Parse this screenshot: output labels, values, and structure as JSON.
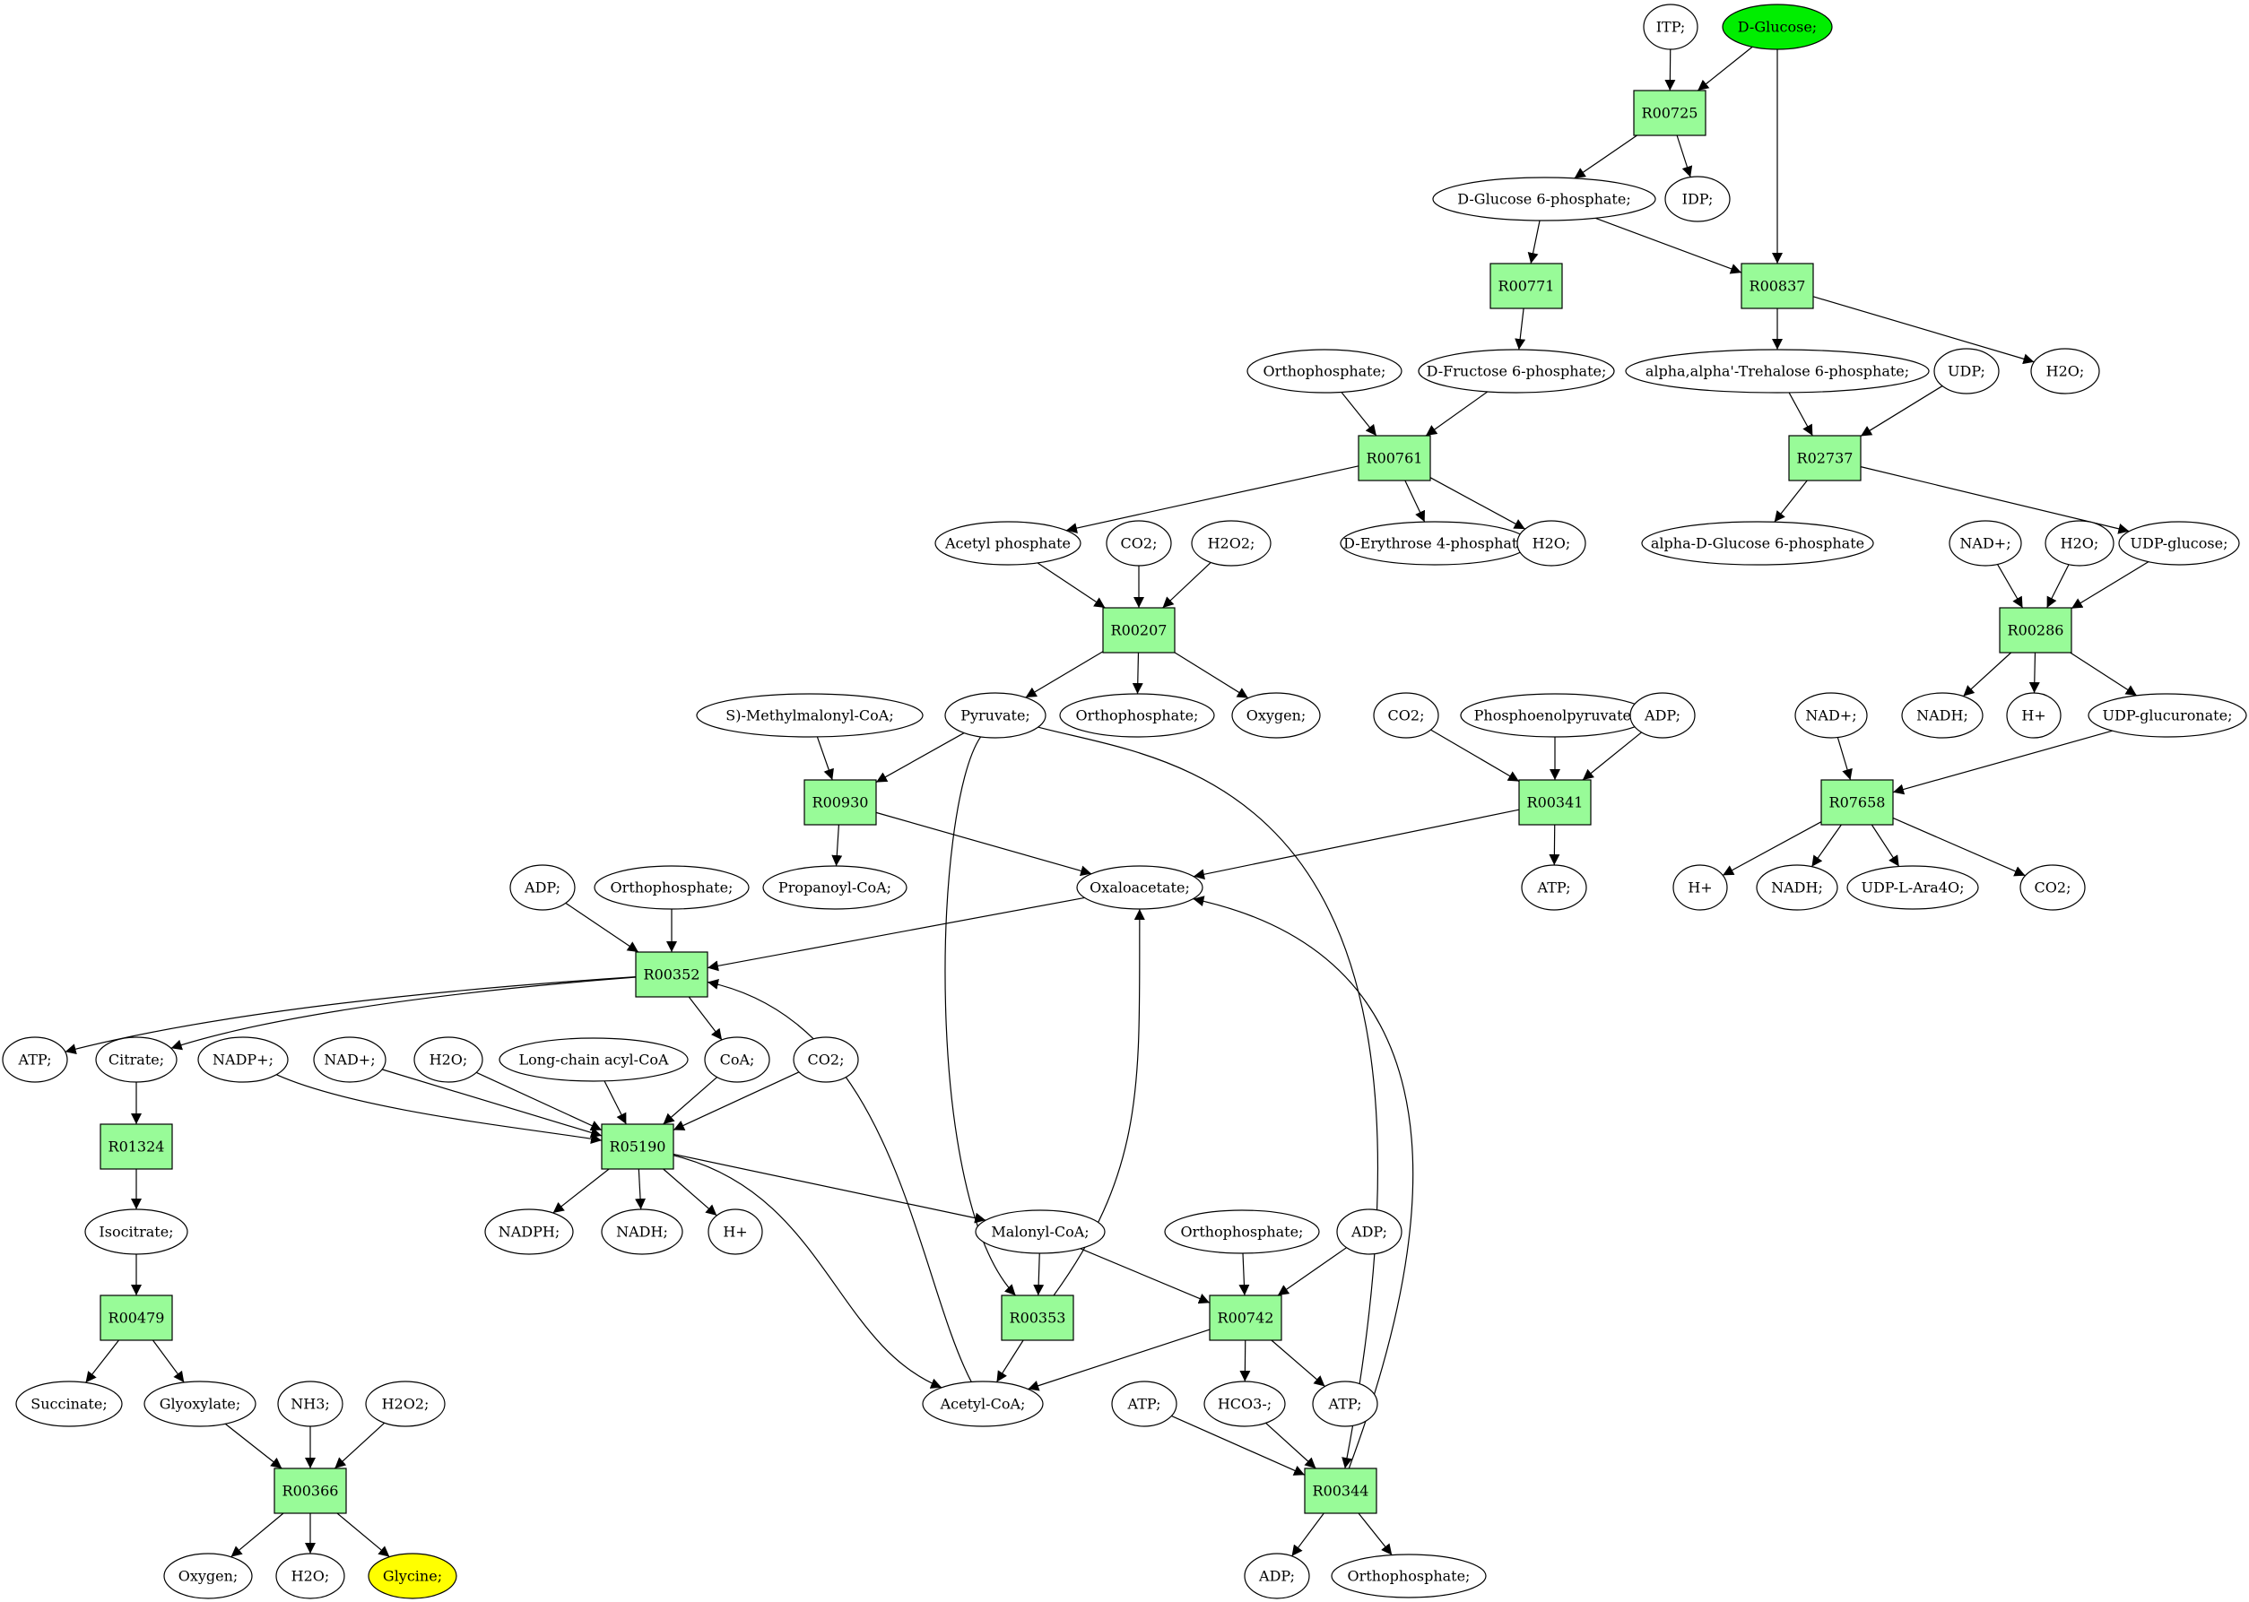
{
  "colors": {
    "reaction_fill": "#98fb98",
    "start_fill": "#00ee00",
    "target_fill": "#ffff00",
    "compound_fill": "#ffffff",
    "stroke": "#000000"
  },
  "nodes": [
    {
      "id": "itp",
      "label": "ITP;",
      "kind": "compound"
    },
    {
      "id": "dglucose",
      "label": "D-Glucose;",
      "kind": "start"
    },
    {
      "id": "r00725",
      "label": "R00725",
      "kind": "reaction"
    },
    {
      "id": "g6p",
      "label": "D-Glucose 6-phosphate;",
      "kind": "compound"
    },
    {
      "id": "idp",
      "label": "IDP;",
      "kind": "compound"
    },
    {
      "id": "r00771",
      "label": "R00771",
      "kind": "reaction"
    },
    {
      "id": "r00837",
      "label": "R00837",
      "kind": "reaction"
    },
    {
      "id": "pi_top",
      "label": "Orthophosphate;",
      "kind": "compound"
    },
    {
      "id": "f6p",
      "label": "D-Fructose 6-phosphate;",
      "kind": "compound"
    },
    {
      "id": "trehalose6p",
      "label": "alpha,alpha'-Trehalose 6-phosphate;",
      "kind": "compound"
    },
    {
      "id": "udp",
      "label": "UDP;",
      "kind": "compound"
    },
    {
      "id": "h2o_837",
      "label": "H2O;",
      "kind": "compound"
    },
    {
      "id": "r00761",
      "label": "R00761",
      "kind": "reaction"
    },
    {
      "id": "r02737",
      "label": "R02737",
      "kind": "reaction"
    },
    {
      "id": "acetylp",
      "label": "Acetyl phosphate",
      "kind": "compound"
    },
    {
      "id": "co2_207",
      "label": "CO2;",
      "kind": "compound"
    },
    {
      "id": "h2o2_207",
      "label": "H2O2;",
      "kind": "compound"
    },
    {
      "id": "e4p",
      "label": "D-Erythrose 4-phosphate",
      "kind": "compound"
    },
    {
      "id": "h2o_761",
      "label": "H2O;",
      "kind": "compound"
    },
    {
      "id": "ag6p",
      "label": "alpha-D-Glucose 6-phosphate",
      "kind": "compound"
    },
    {
      "id": "nadp_286",
      "label": "NAD+;",
      "kind": "compound"
    },
    {
      "id": "h2o_286",
      "label": "H2O;",
      "kind": "compound"
    },
    {
      "id": "udpglc",
      "label": "UDP-glucose;",
      "kind": "compound"
    },
    {
      "id": "r00207",
      "label": "R00207",
      "kind": "reaction"
    },
    {
      "id": "r00286",
      "label": "R00286",
      "kind": "reaction"
    },
    {
      "id": "smmcoa",
      "label": "S)-Methylmalonyl-CoA;",
      "kind": "compound"
    },
    {
      "id": "pyruvate",
      "label": "Pyruvate;",
      "kind": "compound"
    },
    {
      "id": "pi_207",
      "label": "Orthophosphate;",
      "kind": "compound"
    },
    {
      "id": "oxygen_207",
      "label": "Oxygen;",
      "kind": "compound"
    },
    {
      "id": "co2_341",
      "label": "CO2;",
      "kind": "compound"
    },
    {
      "id": "pep",
      "label": "Phosphoenolpyruvate;",
      "kind": "compound"
    },
    {
      "id": "adp_341",
      "label": "ADP;",
      "kind": "compound"
    },
    {
      "id": "nad_7658",
      "label": "NAD+;",
      "kind": "compound"
    },
    {
      "id": "nadh_286",
      "label": "NADH;",
      "kind": "compound"
    },
    {
      "id": "hplus_286",
      "label": "H+",
      "kind": "compound"
    },
    {
      "id": "udpgluc",
      "label": "UDP-glucuronate;",
      "kind": "compound"
    },
    {
      "id": "r00930",
      "label": "R00930",
      "kind": "reaction"
    },
    {
      "id": "r00341",
      "label": "R00341",
      "kind": "reaction"
    },
    {
      "id": "r07658",
      "label": "R07658",
      "kind": "reaction"
    },
    {
      "id": "adp_352",
      "label": "ADP;",
      "kind": "compound"
    },
    {
      "id": "pi_352",
      "label": "Orthophosphate;",
      "kind": "compound"
    },
    {
      "id": "propcoa",
      "label": "Propanoyl-CoA;",
      "kind": "compound"
    },
    {
      "id": "oaa",
      "label": "Oxaloacetate;",
      "kind": "compound"
    },
    {
      "id": "atp_341",
      "label": "ATP;",
      "kind": "compound"
    },
    {
      "id": "hplus_7658",
      "label": "H+",
      "kind": "compound"
    },
    {
      "id": "nadh_7658",
      "label": "NADH;",
      "kind": "compound"
    },
    {
      "id": "udpara",
      "label": "UDP-L-Ara4O;",
      "kind": "compound"
    },
    {
      "id": "co2_7658",
      "label": "CO2;",
      "kind": "compound"
    },
    {
      "id": "r00352",
      "label": "R00352",
      "kind": "reaction"
    },
    {
      "id": "atp_352",
      "label": "ATP;",
      "kind": "compound"
    },
    {
      "id": "citrate",
      "label": "Citrate;",
      "kind": "compound"
    },
    {
      "id": "nadpplus",
      "label": "NADP+;",
      "kind": "compound"
    },
    {
      "id": "nad_5190",
      "label": "NAD+;",
      "kind": "compound"
    },
    {
      "id": "h2o_5190",
      "label": "H2O;",
      "kind": "compound"
    },
    {
      "id": "lcacoa",
      "label": "Long-chain acyl-CoA",
      "kind": "compound"
    },
    {
      "id": "coa",
      "label": "CoA;",
      "kind": "compound"
    },
    {
      "id": "co2_5190",
      "label": "CO2;",
      "kind": "compound"
    },
    {
      "id": "r01324",
      "label": "R01324",
      "kind": "reaction"
    },
    {
      "id": "r05190",
      "label": "R05190",
      "kind": "reaction"
    },
    {
      "id": "isocitrate",
      "label": "Isocitrate;",
      "kind": "compound"
    },
    {
      "id": "nadph",
      "label": "NADPH;",
      "kind": "compound"
    },
    {
      "id": "nadh_5190",
      "label": "NADH;",
      "kind": "compound"
    },
    {
      "id": "hplus_5190",
      "label": "H+",
      "kind": "compound"
    },
    {
      "id": "malcoa",
      "label": "Malonyl-CoA;",
      "kind": "compound"
    },
    {
      "id": "pi_742",
      "label": "Orthophosphate;",
      "kind": "compound"
    },
    {
      "id": "adp_742",
      "label": "ADP;",
      "kind": "compound"
    },
    {
      "id": "r00479",
      "label": "R00479",
      "kind": "reaction"
    },
    {
      "id": "r00353",
      "label": "R00353",
      "kind": "reaction"
    },
    {
      "id": "r00742",
      "label": "R00742",
      "kind": "reaction"
    },
    {
      "id": "succinate",
      "label": "Succinate;",
      "kind": "compound"
    },
    {
      "id": "glyoxylate",
      "label": "Glyoxylate;",
      "kind": "compound"
    },
    {
      "id": "nh3",
      "label": "NH3;",
      "kind": "compound"
    },
    {
      "id": "h2o2_366",
      "label": "H2O2;",
      "kind": "compound"
    },
    {
      "id": "acetylcoa",
      "label": "Acetyl-CoA;",
      "kind": "compound"
    },
    {
      "id": "atp_344",
      "label": "ATP;",
      "kind": "compound"
    },
    {
      "id": "hco3",
      "label": "HCO3-;",
      "kind": "compound"
    },
    {
      "id": "atp_742",
      "label": "ATP;",
      "kind": "compound"
    },
    {
      "id": "r00366",
      "label": "R00366",
      "kind": "reaction"
    },
    {
      "id": "r00344",
      "label": "R00344",
      "kind": "reaction"
    },
    {
      "id": "oxygen_366",
      "label": "Oxygen;",
      "kind": "compound"
    },
    {
      "id": "h2o_366",
      "label": "H2O;",
      "kind": "compound"
    },
    {
      "id": "glycine",
      "label": "Glycine;",
      "kind": "target"
    },
    {
      "id": "adp_344",
      "label": "ADP;",
      "kind": "compound"
    },
    {
      "id": "pi_344",
      "label": "Orthophosphate;",
      "kind": "compound"
    }
  ],
  "edges": [
    [
      "itp",
      "r00725"
    ],
    [
      "dglucose",
      "r00725"
    ],
    [
      "dglucose",
      "r00837"
    ],
    [
      "r00725",
      "g6p"
    ],
    [
      "r00725",
      "idp"
    ],
    [
      "g6p",
      "r00771"
    ],
    [
      "g6p",
      "r00837"
    ],
    [
      "r00771",
      "f6p"
    ],
    [
      "r00837",
      "trehalose6p"
    ],
    [
      "r00837",
      "h2o_837"
    ],
    [
      "pi_top",
      "r00761"
    ],
    [
      "f6p",
      "r00761"
    ],
    [
      "trehalose6p",
      "r02737"
    ],
    [
      "udp",
      "r02737"
    ],
    [
      "r00761",
      "acetylp"
    ],
    [
      "r00761",
      "e4p"
    ],
    [
      "r00761",
      "h2o_761"
    ],
    [
      "r02737",
      "ag6p"
    ],
    [
      "r02737",
      "udpglc"
    ],
    [
      "acetylp",
      "r00207"
    ],
    [
      "co2_207",
      "r00207"
    ],
    [
      "h2o2_207",
      "r00207"
    ],
    [
      "nadp_286",
      "r00286"
    ],
    [
      "h2o_286",
      "r00286"
    ],
    [
      "udpglc",
      "r00286"
    ],
    [
      "r00207",
      "pyruvate"
    ],
    [
      "r00207",
      "pi_207"
    ],
    [
      "r00207",
      "oxygen_207"
    ],
    [
      "r00286",
      "nadh_286"
    ],
    [
      "r00286",
      "hplus_286"
    ],
    [
      "r00286",
      "udpgluc"
    ],
    [
      "smmcoa",
      "r00930"
    ],
    [
      "pyruvate",
      "r00930"
    ],
    [
      "pyruvate",
      "r00353"
    ],
    [
      "pyruvate",
      "r00344"
    ],
    [
      "co2_341",
      "r00341"
    ],
    [
      "pep",
      "r00341"
    ],
    [
      "adp_341",
      "r00341"
    ],
    [
      "nad_7658",
      "r07658"
    ],
    [
      "udpgluc",
      "r07658"
    ],
    [
      "r00930",
      "propcoa"
    ],
    [
      "r00930",
      "oaa"
    ],
    [
      "r00341",
      "oaa"
    ],
    [
      "r00341",
      "atp_341"
    ],
    [
      "r07658",
      "hplus_7658"
    ],
    [
      "r07658",
      "nadh_7658"
    ],
    [
      "r07658",
      "udpara"
    ],
    [
      "r07658",
      "co2_7658"
    ],
    [
      "adp_352",
      "r00352"
    ],
    [
      "pi_352",
      "r00352"
    ],
    [
      "oaa",
      "r00352"
    ],
    [
      "r00352",
      "atp_352"
    ],
    [
      "r00352",
      "citrate"
    ],
    [
      "r00352",
      "coa"
    ],
    [
      "nadpplus",
      "r05190"
    ],
    [
      "nad_5190",
      "r05190"
    ],
    [
      "h2o_5190",
      "r05190"
    ],
    [
      "lcacoa",
      "r05190"
    ],
    [
      "coa",
      "r05190"
    ],
    [
      "co2_5190",
      "r05190"
    ],
    [
      "citrate",
      "r01324"
    ],
    [
      "r01324",
      "isocitrate"
    ],
    [
      "r05190",
      "nadph"
    ],
    [
      "r05190",
      "nadh_5190"
    ],
    [
      "r05190",
      "hplus_5190"
    ],
    [
      "r05190",
      "malcoa"
    ],
    [
      "r05190",
      "acetylcoa"
    ],
    [
      "isocitrate",
      "r00479"
    ],
    [
      "malcoa",
      "r00353"
    ],
    [
      "malcoa",
      "r00742"
    ],
    [
      "pi_742",
      "r00742"
    ],
    [
      "adp_742",
      "r00742"
    ],
    [
      "r00353",
      "oaa"
    ],
    [
      "r00353",
      "acetylcoa"
    ],
    [
      "r00742",
      "acetylcoa"
    ],
    [
      "r00742",
      "hco3"
    ],
    [
      "r00742",
      "atp_742"
    ],
    [
      "acetylcoa",
      "r00352"
    ],
    [
      "r00479",
      "succinate"
    ],
    [
      "r00479",
      "glyoxylate"
    ],
    [
      "glyoxylate",
      "r00366"
    ],
    [
      "nh3",
      "r00366"
    ],
    [
      "h2o2_366",
      "r00366"
    ],
    [
      "atp_344",
      "r00344"
    ],
    [
      "hco3",
      "r00344"
    ],
    [
      "r00344",
      "oaa"
    ],
    [
      "r00344",
      "adp_344"
    ],
    [
      "r00344",
      "pi_344"
    ],
    [
      "r00366",
      "oxygen_366"
    ],
    [
      "r00366",
      "h2o_366"
    ],
    [
      "r00366",
      "glycine"
    ]
  ]
}
